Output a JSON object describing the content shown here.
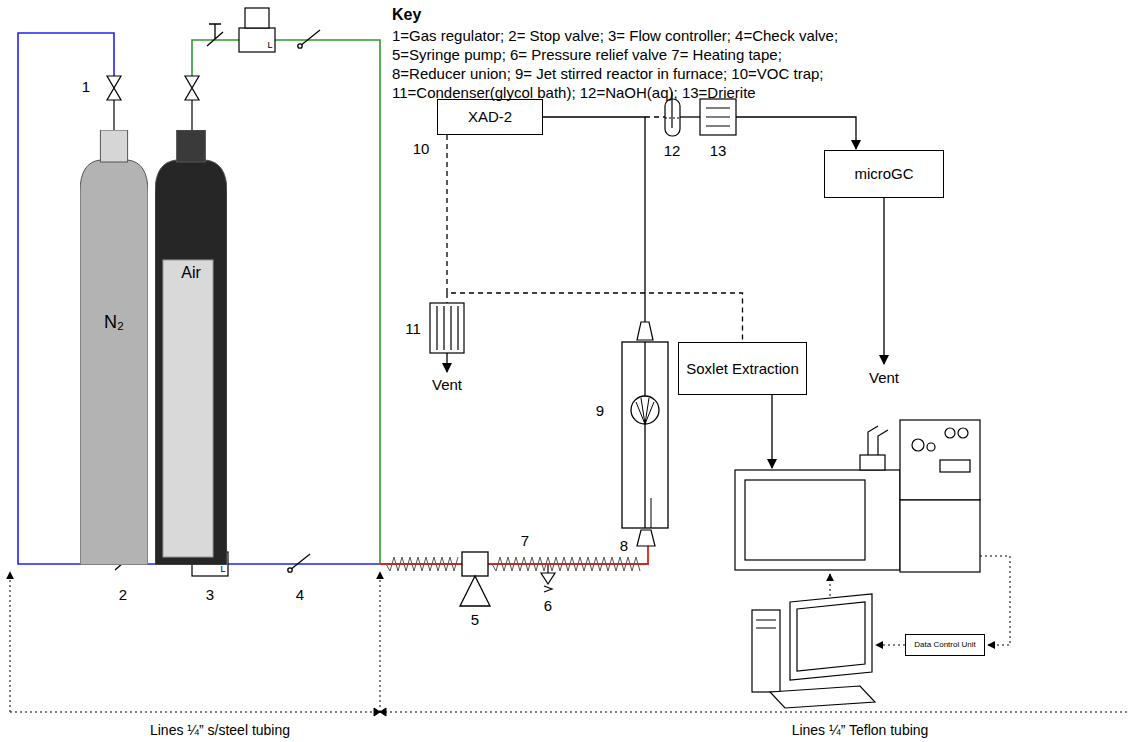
{
  "diagram": {
    "nodes": [
      {
        "text": [
          "N₂"
        ]
      },
      {
        "text": [
          "Air"
        ]
      },
      {
        "text": [
          "XAD-2"
        ]
      },
      {
        "text": [
          "Soxlet Extraction"
        ]
      },
      {
        "text": [
          "microGC"
        ]
      },
      {
        "text": [
          "Data Control Unit"
        ]
      }
    ],
    "edges": [
      {
        "from": 2,
        "to": 3,
        "arrow": "none"
      }
    ],
    "labels": [
      "Key",
      "1=Gas regulator; 2= Stop valve; 3= Flow controller; 4=Check valve;",
      "5=Syringe pump; 6= Pressure relief valve 7= Heating tape;",
      "8=Reducer union; 9= Jet stirred reactor in furnace; 10=VOC trap;",
      "11=Condenser(glycol bath); 12=NaOH(aq); 13=Drierite",
      "1",
      "2",
      "3",
      "4",
      "5",
      "6",
      "7",
      "8",
      "9",
      "10",
      "11",
      "12",
      "13",
      "L",
      "L",
      "Vent",
      "Vent",
      "Lines ¼” s/steel tubing",
      "Lines ¼” Teflon tubing"
    ]
  }
}
